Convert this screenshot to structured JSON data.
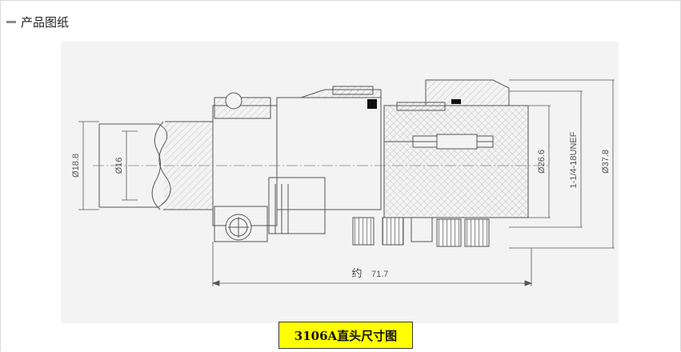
{
  "section": {
    "title": "产品图纸"
  },
  "drawing": {
    "dimensions": {
      "d_outer_cable": "Ø18.8",
      "d_inner_cable": "Ø16",
      "d_inner_shell": "Ø26.6",
      "thread": "1-1/4-18UNEF",
      "d_outer_shell": "Ø37.8",
      "length_prefix": "约",
      "length_value": "71.7"
    }
  },
  "caption": {
    "text": "3106A直头尺寸图"
  },
  "colors": {
    "caption_bg": "#ffff00",
    "panel_bg": "#f3f3f3",
    "line": "#555555",
    "seal": "#111111"
  }
}
